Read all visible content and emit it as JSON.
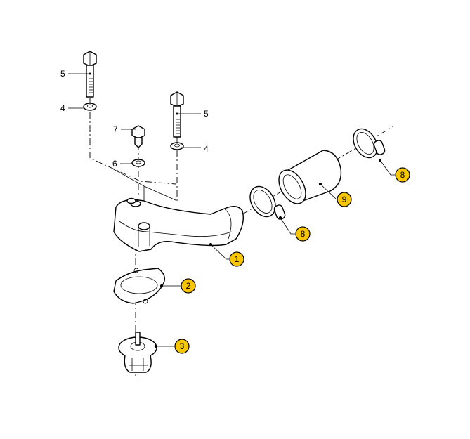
{
  "colors": {
    "callout_fill": "#f7c600",
    "line": "#000000"
  },
  "labels": {
    "bolt_left": "5",
    "washer_left": "4",
    "plug_bolt": "7",
    "plug_washer": "6",
    "bolt_right": "5",
    "washer_right": "4"
  },
  "callouts": {
    "housing": "1",
    "gasket": "2",
    "thermostat": "3",
    "clamp_lower": "8",
    "hose": "9",
    "clamp_upper": "8"
  }
}
